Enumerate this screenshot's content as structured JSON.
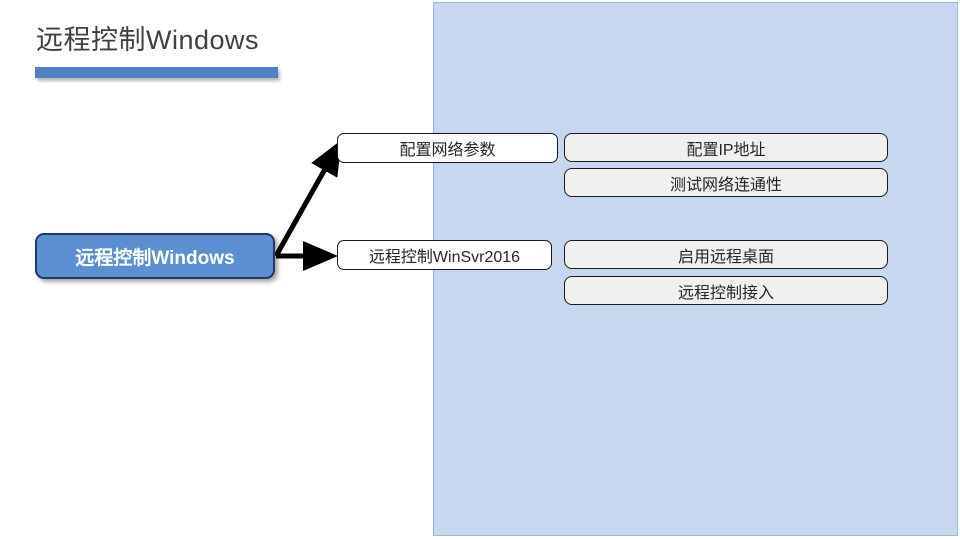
{
  "slide": {
    "title": "远程控制Windows",
    "background_color": "#ffffff",
    "panel_color": "#c6d7ef",
    "accent_color": "#4f81c4",
    "node_color": "#5b8fd2",
    "node_border_color": "#1f3864",
    "leaf_color": "#f0f0ee"
  },
  "diagram": {
    "root": {
      "label": "远程控制Windows"
    },
    "branches": [
      {
        "label": "配置网络参数",
        "children": [
          {
            "label": "配置IP地址"
          },
          {
            "label": "测试网络连通性"
          }
        ]
      },
      {
        "label": "远程控制WinSvr2016",
        "children": [
          {
            "label": "启用远程桌面"
          },
          {
            "label": "远程控制接入"
          }
        ]
      }
    ]
  }
}
